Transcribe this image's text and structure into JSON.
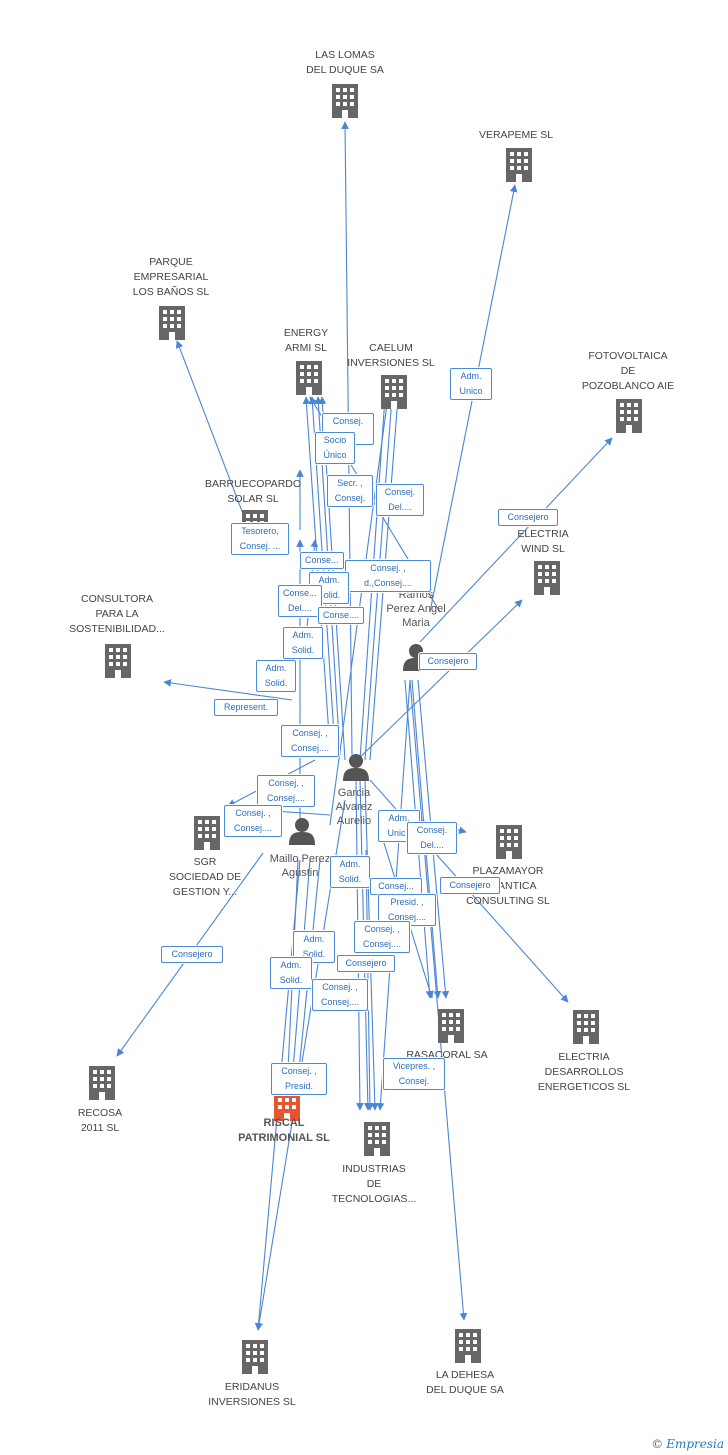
{
  "colors": {
    "edge": "#4a86d4",
    "company": "#666666",
    "main_company": "#e8542f",
    "person": "#555555"
  },
  "companies": [
    {
      "id": "las_lomas",
      "name": "LAS LOMAS\nDEL DUQUE SA",
      "icon": "building-icon"
    },
    {
      "id": "verapeme",
      "name": "VERAPEME  SL",
      "icon": "building-icon"
    },
    {
      "id": "parque",
      "name": "PARQUE\nEMPRESARIAL\nLOS BAÑOS SL",
      "icon": "building-icon"
    },
    {
      "id": "energy_armi",
      "name": "ENERGY\nARMI SL",
      "icon": "building-icon"
    },
    {
      "id": "caelum",
      "name": "CAELUM\nINVERSIONES SL",
      "icon": "building-icon"
    },
    {
      "id": "fotovoltaica",
      "name": "FOTOVOLTAICA\nDE\nPOZOBLANCO AIE",
      "icon": "building-icon"
    },
    {
      "id": "barruecopardo",
      "name": "BARRUECOPARDO\nSOLAR SL",
      "icon": "building-icon"
    },
    {
      "id": "electria_wind",
      "name": "ELECTRIA\nWIND SL",
      "icon": "building-icon"
    },
    {
      "id": "consultora",
      "name": "CONSULTORA\nPARA LA\nSOSTENIBILIDAD...",
      "icon": "building-icon"
    },
    {
      "id": "sgr",
      "name": "SGR\nSOCIEDAD DE\nGESTION Y...",
      "icon": "building-icon"
    },
    {
      "id": "plazamayor",
      "name": "PLAZAMAYOR\nATLANTICA\nCONSULTING SL",
      "icon": "building-icon"
    },
    {
      "id": "rasacoral",
      "name": "RASACORAL SA",
      "icon": "building-icon"
    },
    {
      "id": "electria_des",
      "name": "ELECTRIA\nDESARROLLOS\nENERGETICOS SL",
      "icon": "building-icon"
    },
    {
      "id": "recosa",
      "name": "RECOSA\n2011 SL",
      "icon": "building-icon"
    },
    {
      "id": "riscal",
      "name": "RISCAL\nPATRIMONIAL SL",
      "icon": "building-icon",
      "main": true
    },
    {
      "id": "industrias",
      "name": "INDUSTRIAS\nDE\nTECNOLOGIAS...",
      "icon": "building-icon"
    },
    {
      "id": "eridanus",
      "name": "ERIDANUS\nINVERSIONES SL",
      "icon": "building-icon"
    },
    {
      "id": "la_dehesa",
      "name": "LA DEHESA\nDEL DUQUE SA",
      "icon": "building-icon"
    }
  ],
  "people": [
    {
      "id": "ramos",
      "name": "Ramos\nPerez Angel\nMaria",
      "icon": "person-icon"
    },
    {
      "id": "garcia",
      "name": "Garcia\nAlvarez\nAurelio",
      "icon": "person-icon"
    },
    {
      "id": "maillo",
      "name": "Maillo Perez\nAgustin",
      "icon": "person-icon"
    }
  ],
  "roles": [
    "Consej.\n...",
    "Socio\nÚnico",
    "Adm.\nUnico",
    "Secr. ,\nConsej.",
    "Consej.\nDel....",
    "Consejero",
    "Tesorero,\nConsej. ...",
    "Conse...",
    "Consej. ,\nd.,Consej....",
    "Adm.\nSolid.",
    "Conse...\nDel....",
    "Conse....",
    "Adm.\nSolid.",
    "Consejero",
    "Adm.\nSolid.",
    "Represent.",
    "Consej. ,\nConsej....",
    "Consej. ,\nConsej....",
    "Consej. ,\nConsej....",
    "Adm.\nUnico",
    "Consej.\nDel....",
    "Adm.\nSolid.",
    "Consejero",
    "Consej...",
    "Presid. ,\nConsej....",
    "Consej. ,\nConsej....",
    "Adm.\nSolid.",
    "Consejero",
    "Adm.\nSolid.",
    "Consej. ,\nConsej....",
    "Consejero",
    "Consej. ,\nPresid.",
    "Vicepres. ,\nConsej."
  ],
  "footer": {
    "copyright": "©",
    "brand": "Empresia"
  }
}
